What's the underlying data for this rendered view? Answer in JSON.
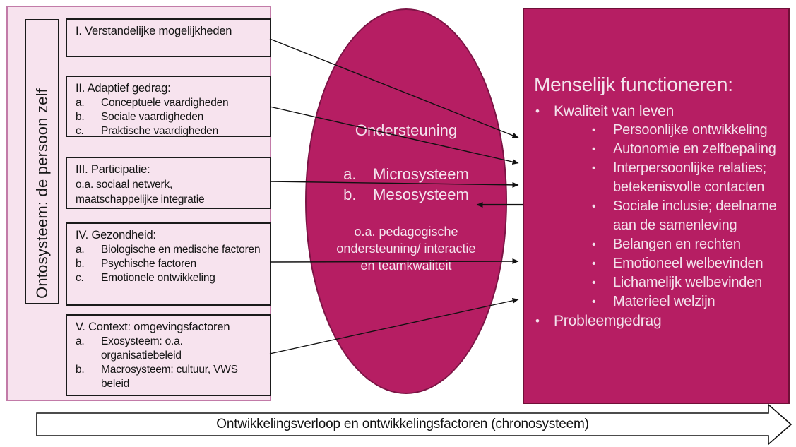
{
  "colors": {
    "accent_magenta": "#B61E63",
    "magenta_border": "#7C1445",
    "light_pink": "#F7E3EE",
    "pink_border": "#C27BA8",
    "text_on_magenta": "#F3E2EC"
  },
  "left_panel": {
    "vertical_label": "Ontosysteem: de persoon zelf",
    "boxes": [
      {
        "title": "I. Verstandelijke mogelijkheden",
        "items": [],
        "notes": []
      },
      {
        "title": "II. Adaptief gedrag:",
        "items": [
          {
            "marker": "a.",
            "text": "Conceptuele vaardigheden"
          },
          {
            "marker": "b.",
            "text": "Sociale vaardigheden"
          },
          {
            "marker": "c.",
            "text": "Praktische vaardigheden"
          }
        ],
        "notes": []
      },
      {
        "title": "III. Participatie:",
        "items": [],
        "notes": [
          "o.a. sociaal netwerk,",
          "maatschappelijke integratie"
        ]
      },
      {
        "title": "IV. Gezondheid:",
        "items": [
          {
            "marker": "a.",
            "text": "Biologische en medische factoren"
          },
          {
            "marker": "b.",
            "text": "Psychische factoren"
          },
          {
            "marker": "c.",
            "text": "Emotionele ontwikkeling"
          }
        ],
        "notes": []
      },
      {
        "title": "V. Context: omgevingsfactoren",
        "items": [
          {
            "marker": "a.",
            "text": "Exosysteem: o.a. organisatiebeleid"
          },
          {
            "marker": "b.",
            "text": "Macrosysteem: cultuur, VWS beleid"
          }
        ],
        "notes": []
      }
    ]
  },
  "ellipse": {
    "title": "Ondersteuning",
    "items": [
      {
        "marker": "a.",
        "text": "Microsysteem"
      },
      {
        "marker": "b.",
        "text": "Mesosysteem"
      }
    ],
    "note": "o.a. pedagogische ondersteuning/ interactie en teamkwaliteit"
  },
  "right_panel": {
    "title": "Menselijk functioneren:",
    "bullet": "•",
    "bullets": [
      {
        "level": 1,
        "text": "Kwaliteit van leven"
      },
      {
        "level": 2,
        "text": "Persoonlijke ontwikkeling"
      },
      {
        "level": 2,
        "text": "Autonomie en zelfbepaling"
      },
      {
        "level": 2,
        "text": "Interpersoonlijke relaties; betekenisvolle contacten"
      },
      {
        "level": 2,
        "text": "Sociale inclusie; deelname aan de samenleving"
      },
      {
        "level": 2,
        "text": "Belangen en rechten"
      },
      {
        "level": 2,
        "text": "Emotioneel welbevinden"
      },
      {
        "level": 2,
        "text": "Lichamelijk welbevinden"
      },
      {
        "level": 2,
        "text": "Materieel welzijn"
      },
      {
        "level": 1,
        "text": "Probleemgedrag"
      }
    ]
  },
  "bottom_arrow": {
    "label": "Ontwikkelingsverloop en ontwikkelingsfactoren (chronosysteem)"
  }
}
